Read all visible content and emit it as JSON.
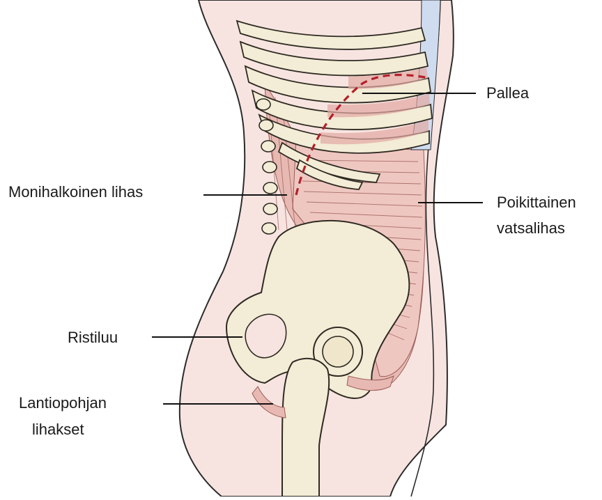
{
  "colors": {
    "skin_outline": "#2b2b2b",
    "skin_fill": "#f7e4e0",
    "muscle_fill": "#e8b9b3",
    "muscle_deep": "#d99d97",
    "bone_fill": "#f3ecd6",
    "bone_outline": "#2e2a22",
    "diaphragm_dash": "#b3202a",
    "leader_line": "#111111",
    "spine_blue": "#cfdcef"
  },
  "labels": {
    "pallea": "Pallea",
    "monihalkoinen": "Monihalkoinen lihas",
    "poikittainen_1": "Poikittainen",
    "poikittainen_2": "vatsalihas",
    "ristiluu": "Ristiluu",
    "lantiopohjan_1": "Lantiopohjan",
    "lantiopohjan_2": "lihakset"
  }
}
